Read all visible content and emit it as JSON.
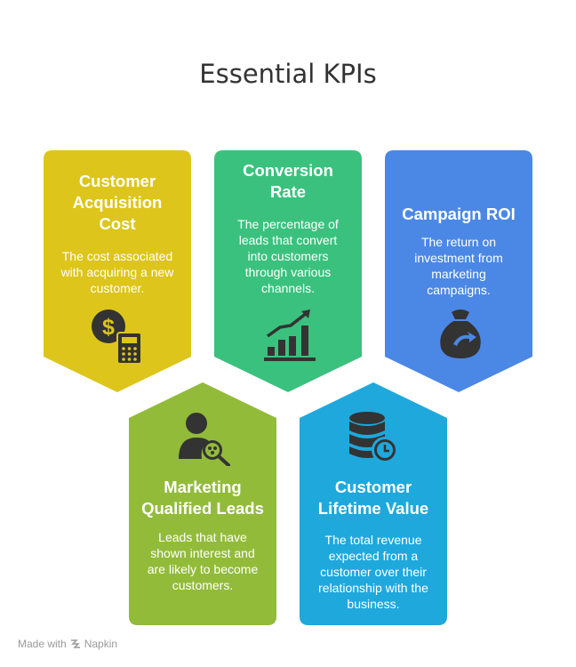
{
  "title": "Essential KPIs",
  "cards": [
    {
      "heading": "Customer Acquisition Cost",
      "description": "The cost associated with acquiring a new customer.",
      "color": "#DDC51B",
      "icon": "dollar-calculator-icon"
    },
    {
      "heading": "Conversion Rate",
      "description": "The percentage of leads that convert into customers through various channels.",
      "color": "#3BC17E",
      "icon": "growth-bar-chart-icon"
    },
    {
      "heading": "Campaign ROI",
      "description": "The return on investment from marketing campaigns.",
      "color": "#4B88E5",
      "icon": "money-bag-icon"
    },
    {
      "heading": "Marketing Qualified Leads",
      "description": "Leads that have shown interest and are likely to become customers.",
      "color": "#92BB3A",
      "icon": "person-search-icon"
    },
    {
      "heading": "Customer Lifetime Value",
      "description": "The total revenue expected from a customer over their relationship with the business.",
      "color": "#1FA8DC",
      "icon": "database-clock-icon"
    }
  ],
  "footer": {
    "made_with": "Made with",
    "brand": "Napkin"
  }
}
